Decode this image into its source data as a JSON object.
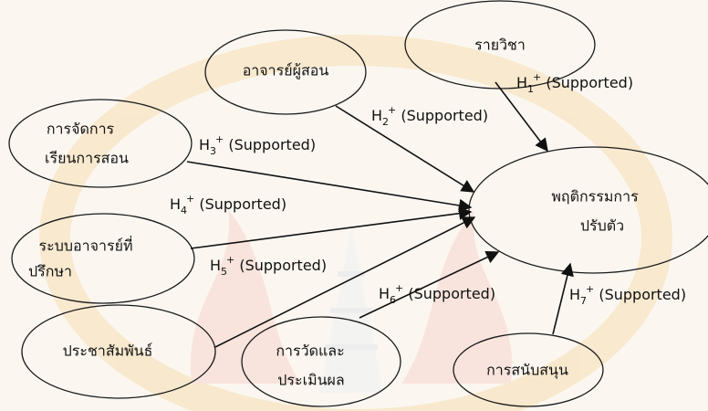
{
  "nodes": {
    "subject": {
      "lines": [
        "รายวิชา"
      ]
    },
    "instructor": {
      "lines": [
        "อาจารย์ผู้สอน"
      ]
    },
    "teaching_management": {
      "lines": [
        "การจัดการ",
        "เรียนการสอน"
      ]
    },
    "advisor_system": {
      "lines": [
        "ระบบอาจารย์ที่",
        "ปรึกษา"
      ]
    },
    "public_relations": {
      "lines": [
        "ประชาสัมพันธ์"
      ]
    },
    "assessment": {
      "lines": [
        "การวัดและ",
        "ประเมินผล"
      ]
    },
    "support": {
      "lines": [
        "การสนับสนุน"
      ]
    },
    "adaptive_behavior": {
      "lines": [
        "พฤติกรรมการ",
        "ปรับตัว"
      ]
    }
  },
  "hypotheses": {
    "h1": {
      "letter": "H",
      "sub": "1",
      "sup": "+",
      "text": " (Supported)"
    },
    "h2": {
      "letter": "H",
      "sub": "2",
      "sup": "+",
      "text": " (Supported)"
    },
    "h3": {
      "letter": "H",
      "sub": "3",
      "sup": "+",
      "text": " (Supported)"
    },
    "h4": {
      "letter": "H",
      "sub": "4",
      "sup": "+",
      "text": " (Supported)"
    },
    "h5": {
      "letter": "H",
      "sub": "5",
      "sup": "+",
      "text": " (Supported)"
    },
    "h6": {
      "letter": "H",
      "sub": "6",
      "sup": "+",
      "text": " (Supported)"
    },
    "h7": {
      "letter": "H",
      "sub": "7",
      "sup": "+",
      "text": " (Supported)"
    }
  },
  "colors": {
    "stroke": "#1a1a1a",
    "background": "#fbf7f0",
    "watermark": "#f4d9a8"
  }
}
